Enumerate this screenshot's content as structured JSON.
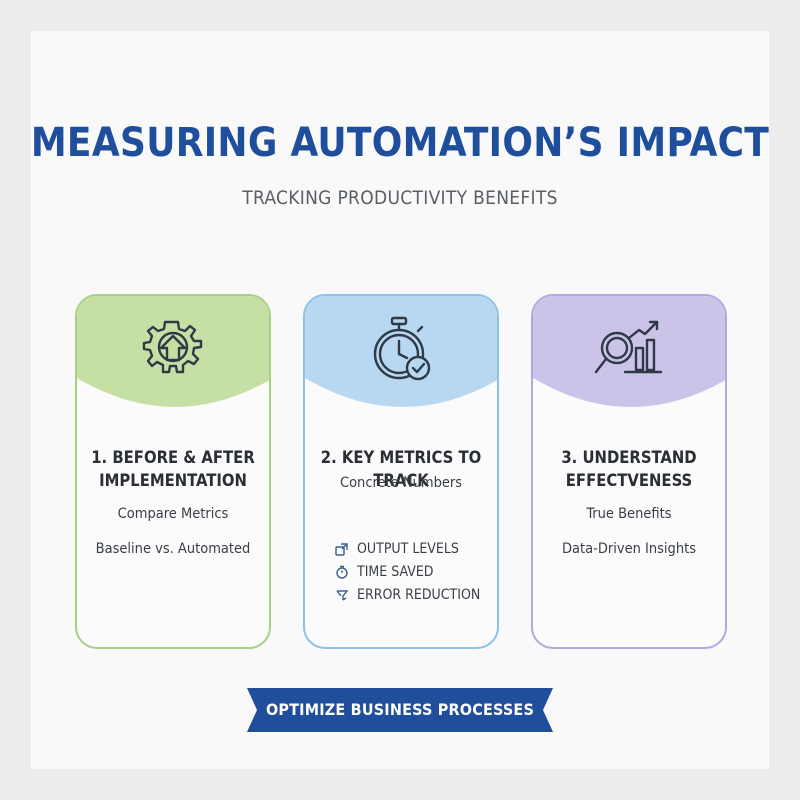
{
  "title": "MEASURING AUTOMATION’S IMPACT",
  "subtitle": "TRACKING PRODUCTIVITY BENEFITS",
  "colors": {
    "title": "#1f4e9c",
    "card1_accent": "#c5dfa5",
    "card1_border": "#a9cf86",
    "card2_accent": "#b8d8f1",
    "card2_border": "#8fc0e6",
    "card3_accent": "#cbc3e8",
    "card3_border": "#b3a8de",
    "banner": "#1f4e9c"
  },
  "cards": [
    {
      "icon": "gear-arrow-up-icon",
      "title_line1": "1. BEFORE & AFTER",
      "title_line2": "IMPLEMENTATION",
      "lines": [
        "Compare Metrics",
        "Baseline vs. Automated"
      ]
    },
    {
      "icon": "stopwatch-check-icon",
      "title_line1": "2. KEY METRICS TO TRACK",
      "lines": [
        "Concrete Numbers"
      ],
      "metrics": [
        {
          "icon": "output-levels-icon",
          "label": "OUTPUT LEVELS"
        },
        {
          "icon": "time-saved-icon",
          "label": "TIME SAVED"
        },
        {
          "icon": "error-reduction-icon",
          "label": "ERROR REDUCTION"
        }
      ]
    },
    {
      "icon": "magnifier-chart-icon",
      "title_line1": "3. UNDERSTAND",
      "title_line2": "EFFECTVENESS",
      "lines": [
        "True Benefits",
        "Data-Driven Insights"
      ]
    }
  ],
  "banner": "OPTIMIZE BUSINESS PROCESSES"
}
